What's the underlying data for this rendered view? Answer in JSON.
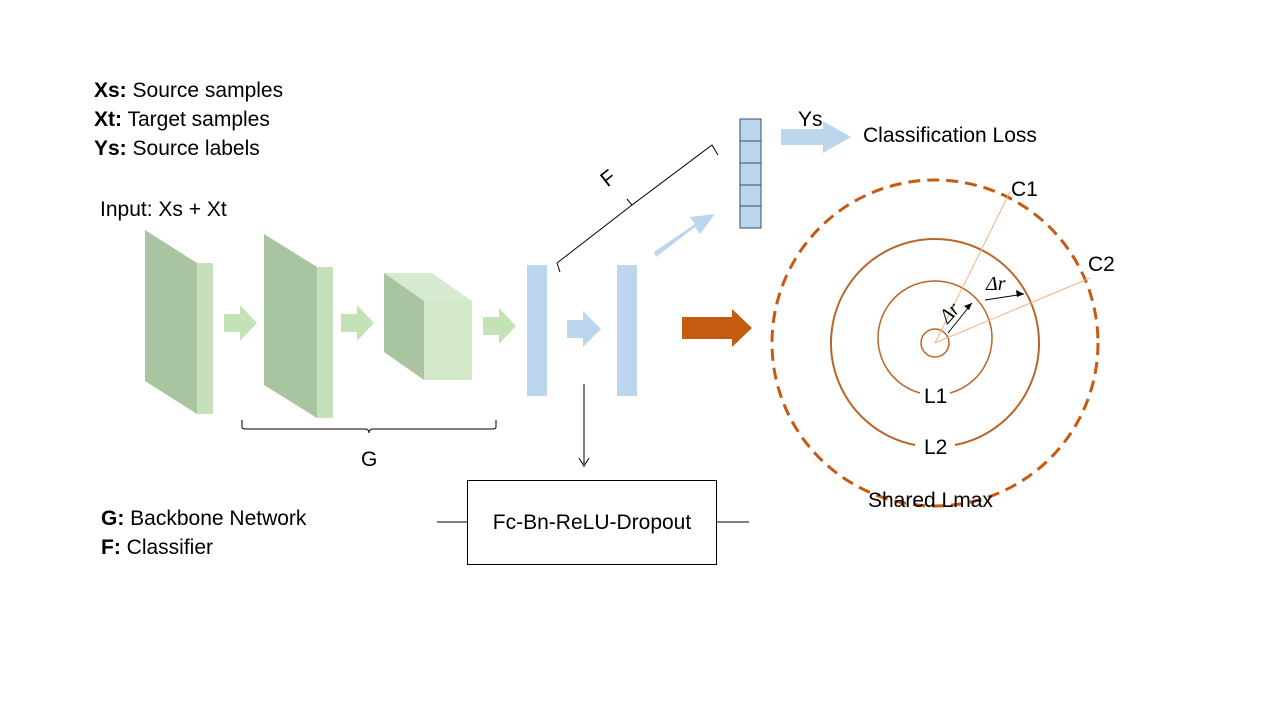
{
  "legend_top": [
    {
      "key": "Xs:",
      "desc": "Source samples"
    },
    {
      "key": "Xt:",
      "desc": "Target samples"
    },
    {
      "key": "Ys:",
      "desc": "Source labels"
    }
  ],
  "legend_bottom": [
    {
      "key": "G:",
      "desc": "Backbone Network"
    },
    {
      "key": "F:",
      "desc": "Classifier"
    }
  ],
  "input_label": "Input: Xs + Xt",
  "g_label": "G",
  "f_label": "F",
  "ys_label": "Ys",
  "classification_loss": "Classification Loss",
  "fc_block": "Fc-Bn-ReLU-Dropout",
  "circles": {
    "c1": "C1",
    "c2": "C2",
    "l1": "L1",
    "l2": "L2",
    "delta_r_1": "Δr",
    "delta_r_2": "Δr",
    "shared": "Shared Lmax"
  },
  "colors": {
    "green_dark": "#a9c4a0",
    "green_light": "#c5e0bb",
    "green_arrow": "#c3e2b6",
    "blue": "#bcd6ee",
    "orange": "#c55a11",
    "orange_line": "#b8652a",
    "orange_thin": "#f4b183"
  }
}
